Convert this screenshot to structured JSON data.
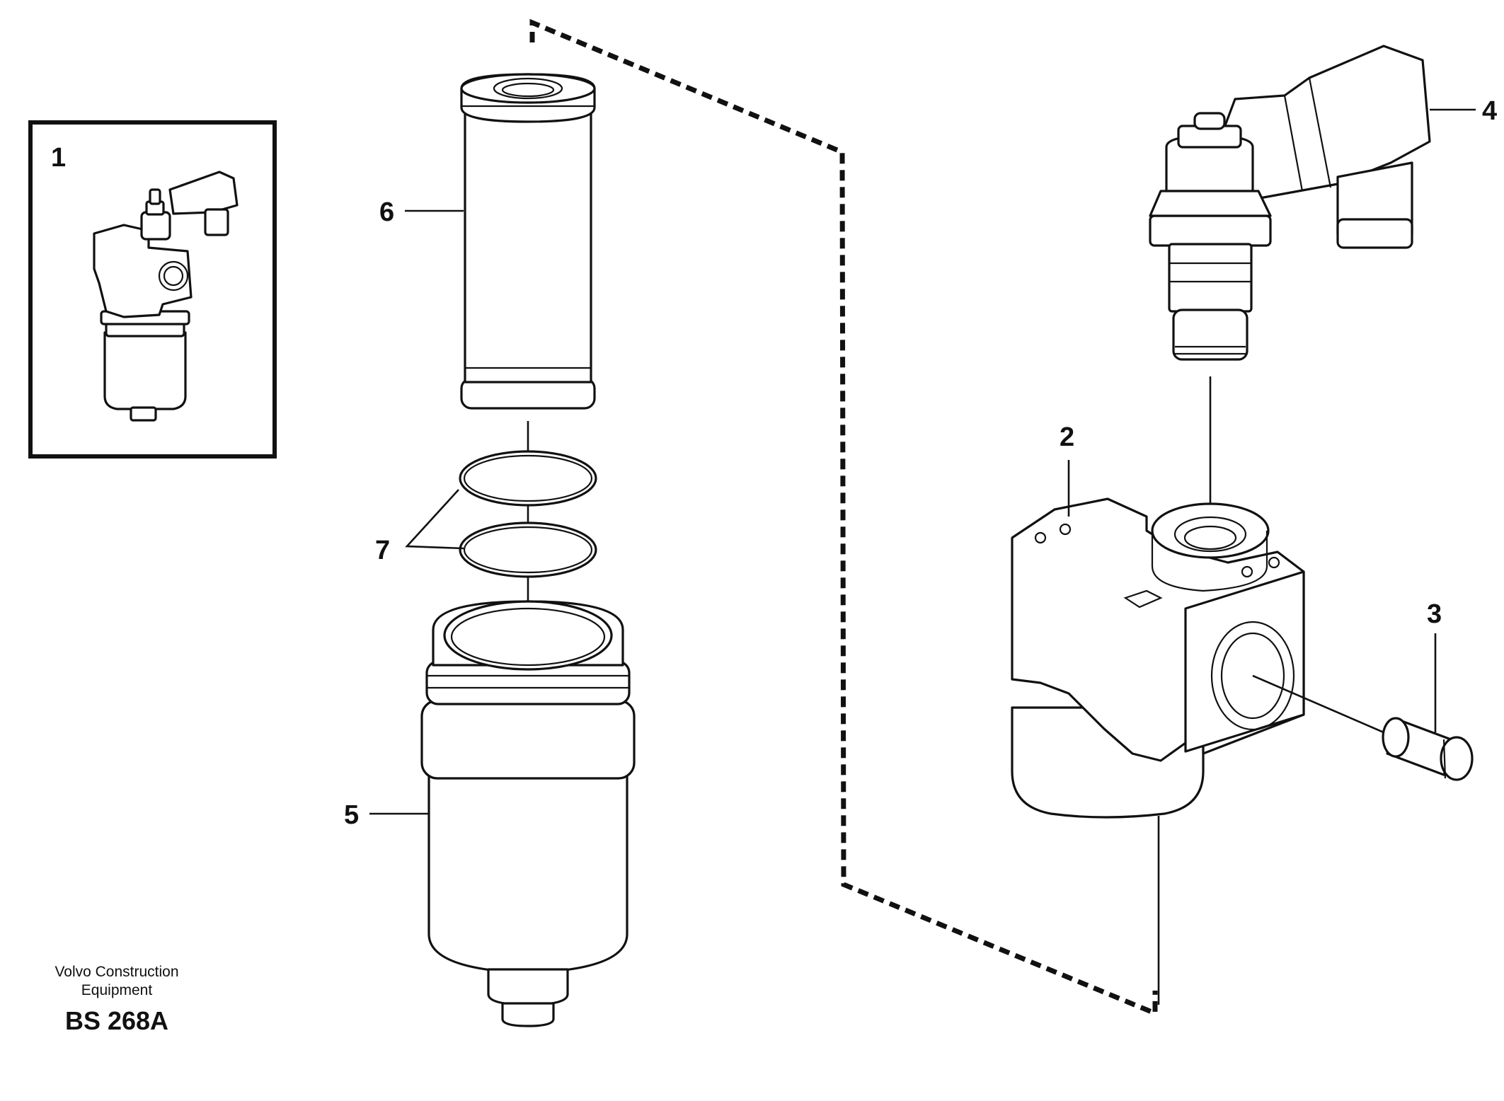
{
  "callouts": {
    "c1": "1",
    "c2": "2",
    "c3": "3",
    "c4": "4",
    "c5": "5",
    "c6": "6",
    "c7": "7"
  },
  "footer": {
    "brand_line1": "Volvo Construction",
    "brand_line2": "Equipment",
    "figure_code": "BS 268A"
  },
  "colors": {
    "ink": "#111111",
    "background": "#ffffff"
  }
}
